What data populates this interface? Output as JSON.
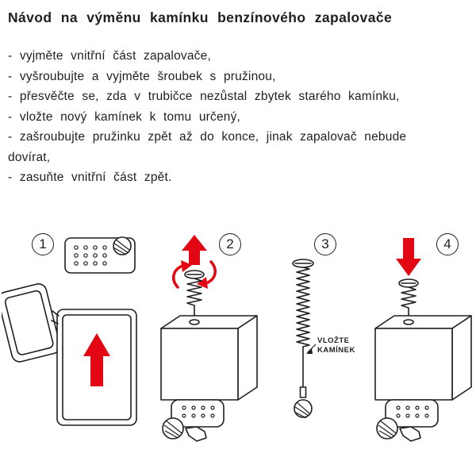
{
  "title": "Návod na výměnu kamínku benzínového zapalovače",
  "instructions": {
    "items": [
      "- vyjměte vnitřní část zapalovače,",
      "- vyšroubujte a vyjměte šroubek s pružinou,",
      "- přesvěčte se, zda v trubičce nezůstal zbytek starého kamínku,",
      "- vložte nový kamínek k tomu určený,",
      "- zašroubujte pružinku zpět až do konce, jinak zapalovač nebude dovírat,",
      "- zasuňte vnitřní část zpět."
    ]
  },
  "steps": [
    {
      "number": "1"
    },
    {
      "number": "2"
    },
    {
      "number": "3",
      "callout_line1": "VLOŽTE",
      "callout_line2": "KAMÍNEK"
    },
    {
      "number": "4"
    }
  ],
  "colors": {
    "arrow_red": "#e30613",
    "line_ink": "#1f1f1f"
  }
}
